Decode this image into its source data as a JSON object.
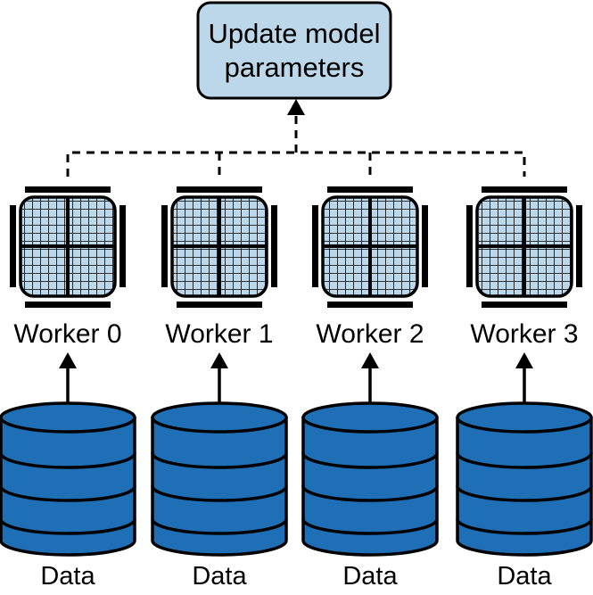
{
  "update_box": {
    "line1": "Update model",
    "line2": "parameters",
    "fill": "#bcd7ea"
  },
  "workers": [
    {
      "label": "Worker 0"
    },
    {
      "label": "Worker 1"
    },
    {
      "label": "Worker 2"
    },
    {
      "label": "Worker 3"
    }
  ],
  "data_stores": [
    {
      "label": "Data"
    },
    {
      "label": "Data"
    },
    {
      "label": "Data"
    },
    {
      "label": "Data"
    }
  ],
  "colors": {
    "chip_fill": "#bcd7ea",
    "database_fill": "#1f6fb6",
    "stroke": "#000000"
  },
  "icons": {
    "worker": "gpu-chip-icon",
    "data": "database-icon"
  }
}
